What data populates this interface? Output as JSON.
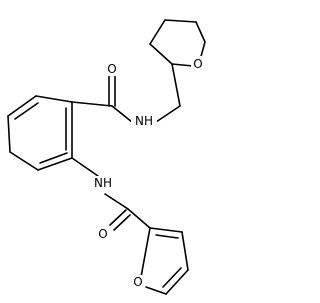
{
  "molecule": {
    "atoms": [
      {
        "id": "o_thf",
        "label": "O"
      },
      {
        "id": "o_amide1",
        "label": "O"
      },
      {
        "id": "nh_amide1",
        "label": "NH"
      },
      {
        "id": "nh_amide2",
        "label": "NH"
      },
      {
        "id": "o_amide2",
        "label": "O"
      },
      {
        "id": "o_furan",
        "label": "O"
      }
    ]
  }
}
